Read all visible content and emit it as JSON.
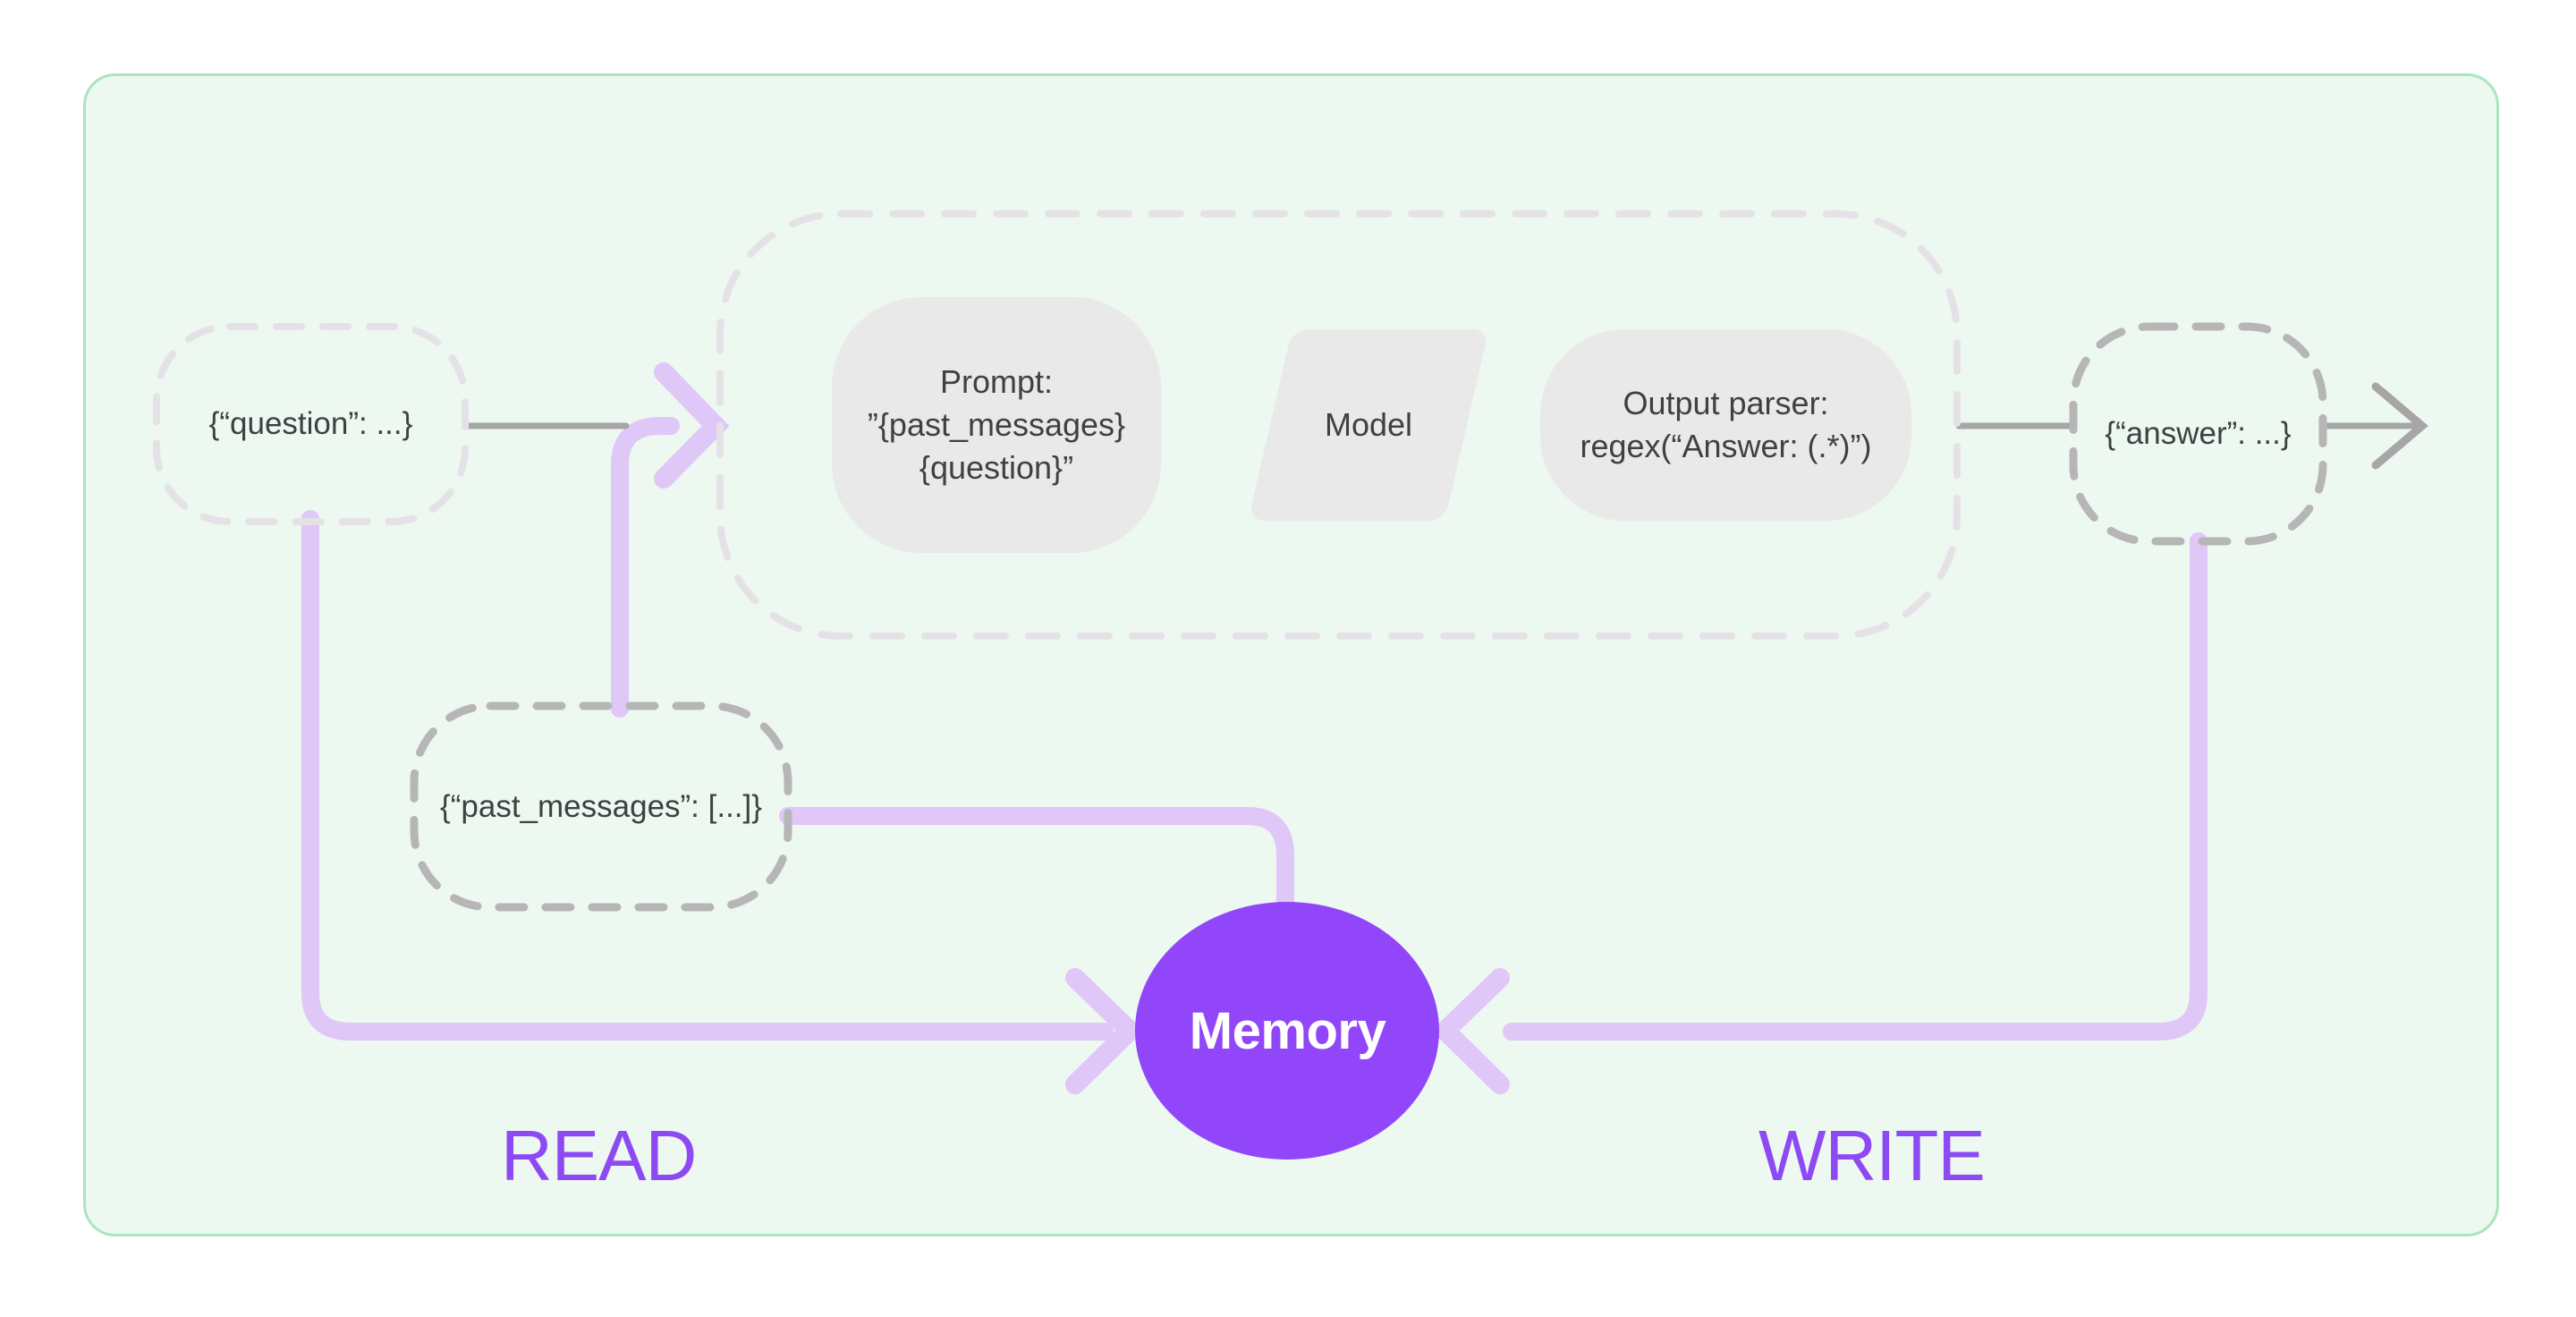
{
  "page": {
    "background": "#ffffff"
  },
  "card": {
    "background": "#edf8f1",
    "border_color": "#a9e6bd"
  },
  "chain": {
    "description": "dashed rounded container holding prompt, model and output parser"
  },
  "nodes": {
    "question": {
      "label": "{“question”: ...}"
    },
    "prompt": {
      "line1": "Prompt:",
      "line2": "”{past_messages}",
      "line3": "{question}”"
    },
    "model": {
      "label": "Model"
    },
    "output_parser": {
      "line1": "Output parser:",
      "line2": "regex(“Answer: (.*)”)"
    },
    "answer": {
      "label": "{“answer”: ...}"
    },
    "past_messages": {
      "label": "{“past_messages”: [...]}"
    },
    "memory": {
      "label": "Memory",
      "fill": "#9147f9",
      "text_color": "#ffffff"
    }
  },
  "labels": {
    "read": "READ",
    "write": "WRITE",
    "color": "#8d4af4"
  },
  "edges": [
    {
      "from": "question",
      "to": "chain",
      "style": "gray-line"
    },
    {
      "from": "past_messages",
      "to": "chain-input",
      "style": "lavender-arrow"
    },
    {
      "from": "question",
      "to": "memory",
      "style": "lavender-arrow",
      "label": "READ"
    },
    {
      "from": "past_messages",
      "to": "memory",
      "style": "lavender-line"
    },
    {
      "from": "chain",
      "to": "answer",
      "style": "gray-line"
    },
    {
      "from": "answer",
      "to": "memory",
      "style": "lavender-arrow",
      "label": "WRITE"
    },
    {
      "from": "answer",
      "to": "output",
      "style": "gray-arrow"
    }
  ],
  "colors": {
    "lavender": "#dfc7f7",
    "gray_line": "#a6a6a6",
    "dash_light": "#e4e2e7",
    "dash_mid": "#b6b6b6",
    "node_fill": "#e9e9ea",
    "node_text": "#3f4042"
  }
}
